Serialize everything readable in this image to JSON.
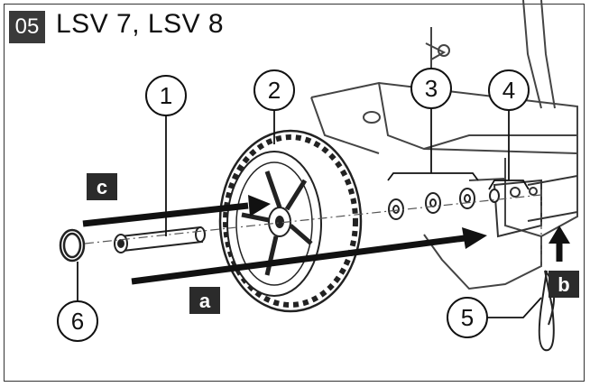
{
  "step": "05",
  "title": "LSV 7, LSV 8",
  "callouts": {
    "c1": "1",
    "c2": "2",
    "c3": "3",
    "c4": "4",
    "c5": "5",
    "c6": "6"
  },
  "arrow_tags": {
    "a": "a",
    "b": "b",
    "c": "c"
  },
  "colors": {
    "ink": "#111111",
    "tag_bg": "#2b2b2b",
    "badge_bg": "#3a3a3a"
  }
}
